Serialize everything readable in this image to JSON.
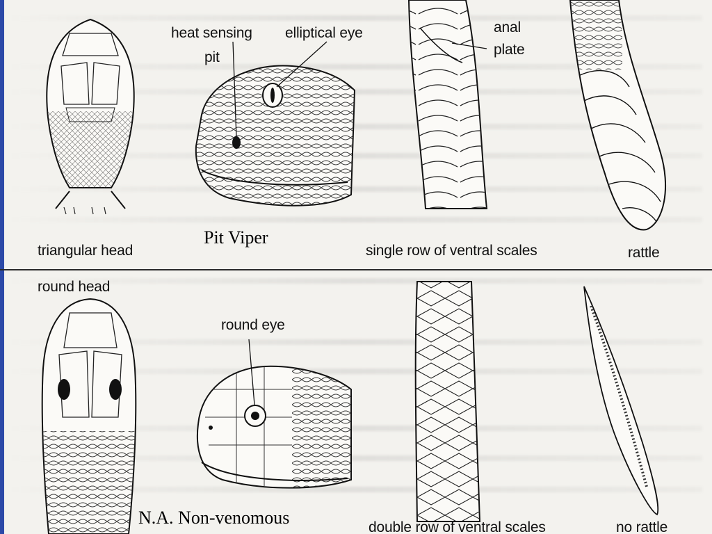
{
  "slide": {
    "captions": {
      "pit_viper": "Pit Viper",
      "non_venomous": "N.A. Non-venomous"
    },
    "pit_viper_labels": {
      "triangular_head": "triangular head",
      "heat_sensing": "heat sensing",
      "pit": "pit",
      "elliptical_eye": "elliptical eye",
      "anal": "anal",
      "plate": "plate",
      "single_row": "single row of ventral scales",
      "rattle": "rattle"
    },
    "non_venomous_labels": {
      "round_head": "round head",
      "round_eye": "round eye",
      "double_row": "double row of ventral scales",
      "no_rattle": "no rattle"
    }
  },
  "colors": {
    "accent_edge": "#2c49a8",
    "ink": "#141414",
    "paper": "#f3f2ee"
  }
}
